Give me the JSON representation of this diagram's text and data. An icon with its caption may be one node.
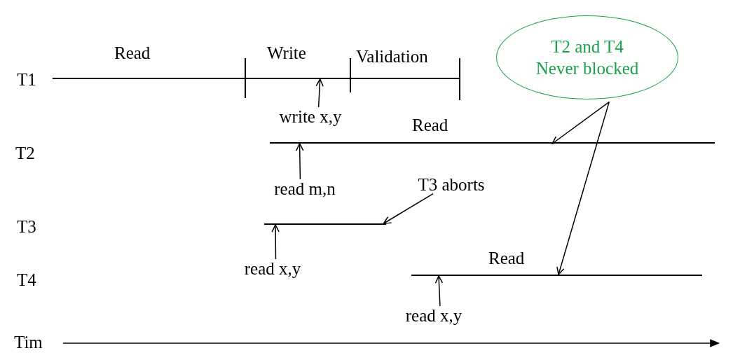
{
  "diagram": {
    "nodes": [
      {
        "text": [],
        "shape": "line",
        "beside": [
          "Read"
        ]
      },
      {
        "text": [],
        "shape": "line",
        "beside": [
          "Read"
        ]
      },
      {
        "text": [],
        "shape": "line"
      },
      {
        "text": [],
        "shape": "line",
        "beside": [
          "Read"
        ]
      },
      {
        "text": [
          "write x,y"
        ]
      },
      {
        "text": [
          "read m,n"
        ]
      },
      {
        "text": [
          "read x,y"
        ]
      },
      {
        "text": [
          "read x,y"
        ]
      },
      {
        "text": [
          "T3 aborts"
        ]
      },
      {
        "text": [
          "T2 and T4 Never blocked"
        ]
      }
    ],
    "edges": [
      {
        "from": 4,
        "to": 0,
        "arrow": "to"
      },
      {
        "from": 5,
        "to": 1,
        "arrow": "to"
      },
      {
        "from": 6,
        "to": 2,
        "arrow": "to"
      },
      {
        "from": 7,
        "to": 3,
        "arrow": "to"
      },
      {
        "from": 8,
        "to": 2,
        "arrow": "to"
      },
      {
        "from": 9,
        "to": 1,
        "arrow": "to"
      },
      {
        "from": 9,
        "to": 3,
        "arrow": "to"
      }
    ],
    "labels": [
      "Write",
      "Validation",
      "T1",
      "T2",
      "T3",
      "T4",
      "Tim"
    ]
  }
}
